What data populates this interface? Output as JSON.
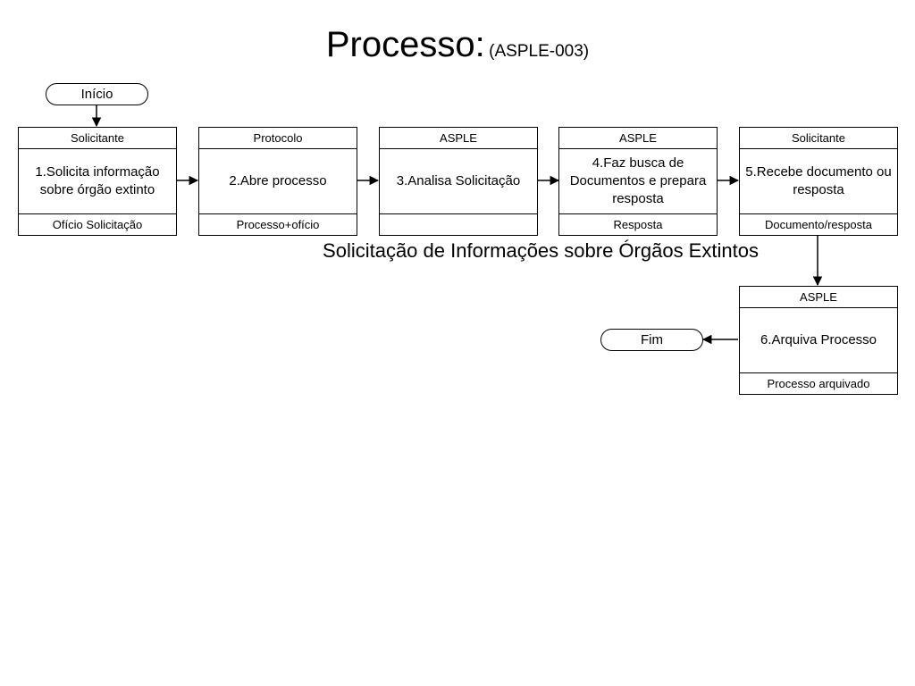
{
  "title": {
    "main": "Processo:",
    "code": "(ASPLE-003)"
  },
  "subtitle": "Solicitação de Informações sobre Órgãos Extintos",
  "start": "Início",
  "end": "Fim",
  "steps": [
    {
      "role": "Solicitante",
      "text": "1.Solicita informação sobre órgão extinto",
      "output": "Ofício Solicitação"
    },
    {
      "role": "Protocolo",
      "text": "2.Abre processo",
      "output": "Processo+ofício"
    },
    {
      "role": "ASPLE",
      "text": "3.Analisa Solicitação",
      "output": ""
    },
    {
      "role": "ASPLE",
      "text": "4.Faz busca de Documentos e prepara resposta",
      "output": "Resposta"
    },
    {
      "role": "Solicitante",
      "text": "5.Recebe documento ou resposta",
      "output": "Documento/resposta"
    },
    {
      "role": "ASPLE",
      "text": "6.Arquiva Processo",
      "output": "Processo arquivado"
    }
  ]
}
